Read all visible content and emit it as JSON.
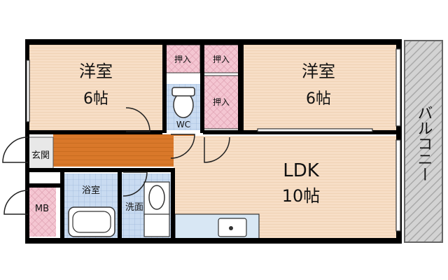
{
  "floorplan": {
    "rooms": {
      "western_room_left": {
        "name": "洋室",
        "size": "6帖"
      },
      "western_room_right": {
        "name": "洋室",
        "size": "6帖"
      },
      "ldk": {
        "name": "LDK",
        "size": "10帖"
      },
      "entrance": "玄関",
      "bath": "浴室",
      "washroom": "洗面",
      "toilet": "WC",
      "meter_box": "MB",
      "balcony": "バルコニー",
      "closet_1": "押入",
      "closet_2": "押入",
      "closet_3": "押入"
    },
    "colors": {
      "wall": "#000000",
      "room_floor": "#f6dcc2",
      "wood_floor": "#d97a2c",
      "wet_area": "#c7d8ef",
      "closet": "#f3c2cf",
      "ldk_floor": "#f6dcc2",
      "balcony": "#d6d6d6"
    }
  }
}
